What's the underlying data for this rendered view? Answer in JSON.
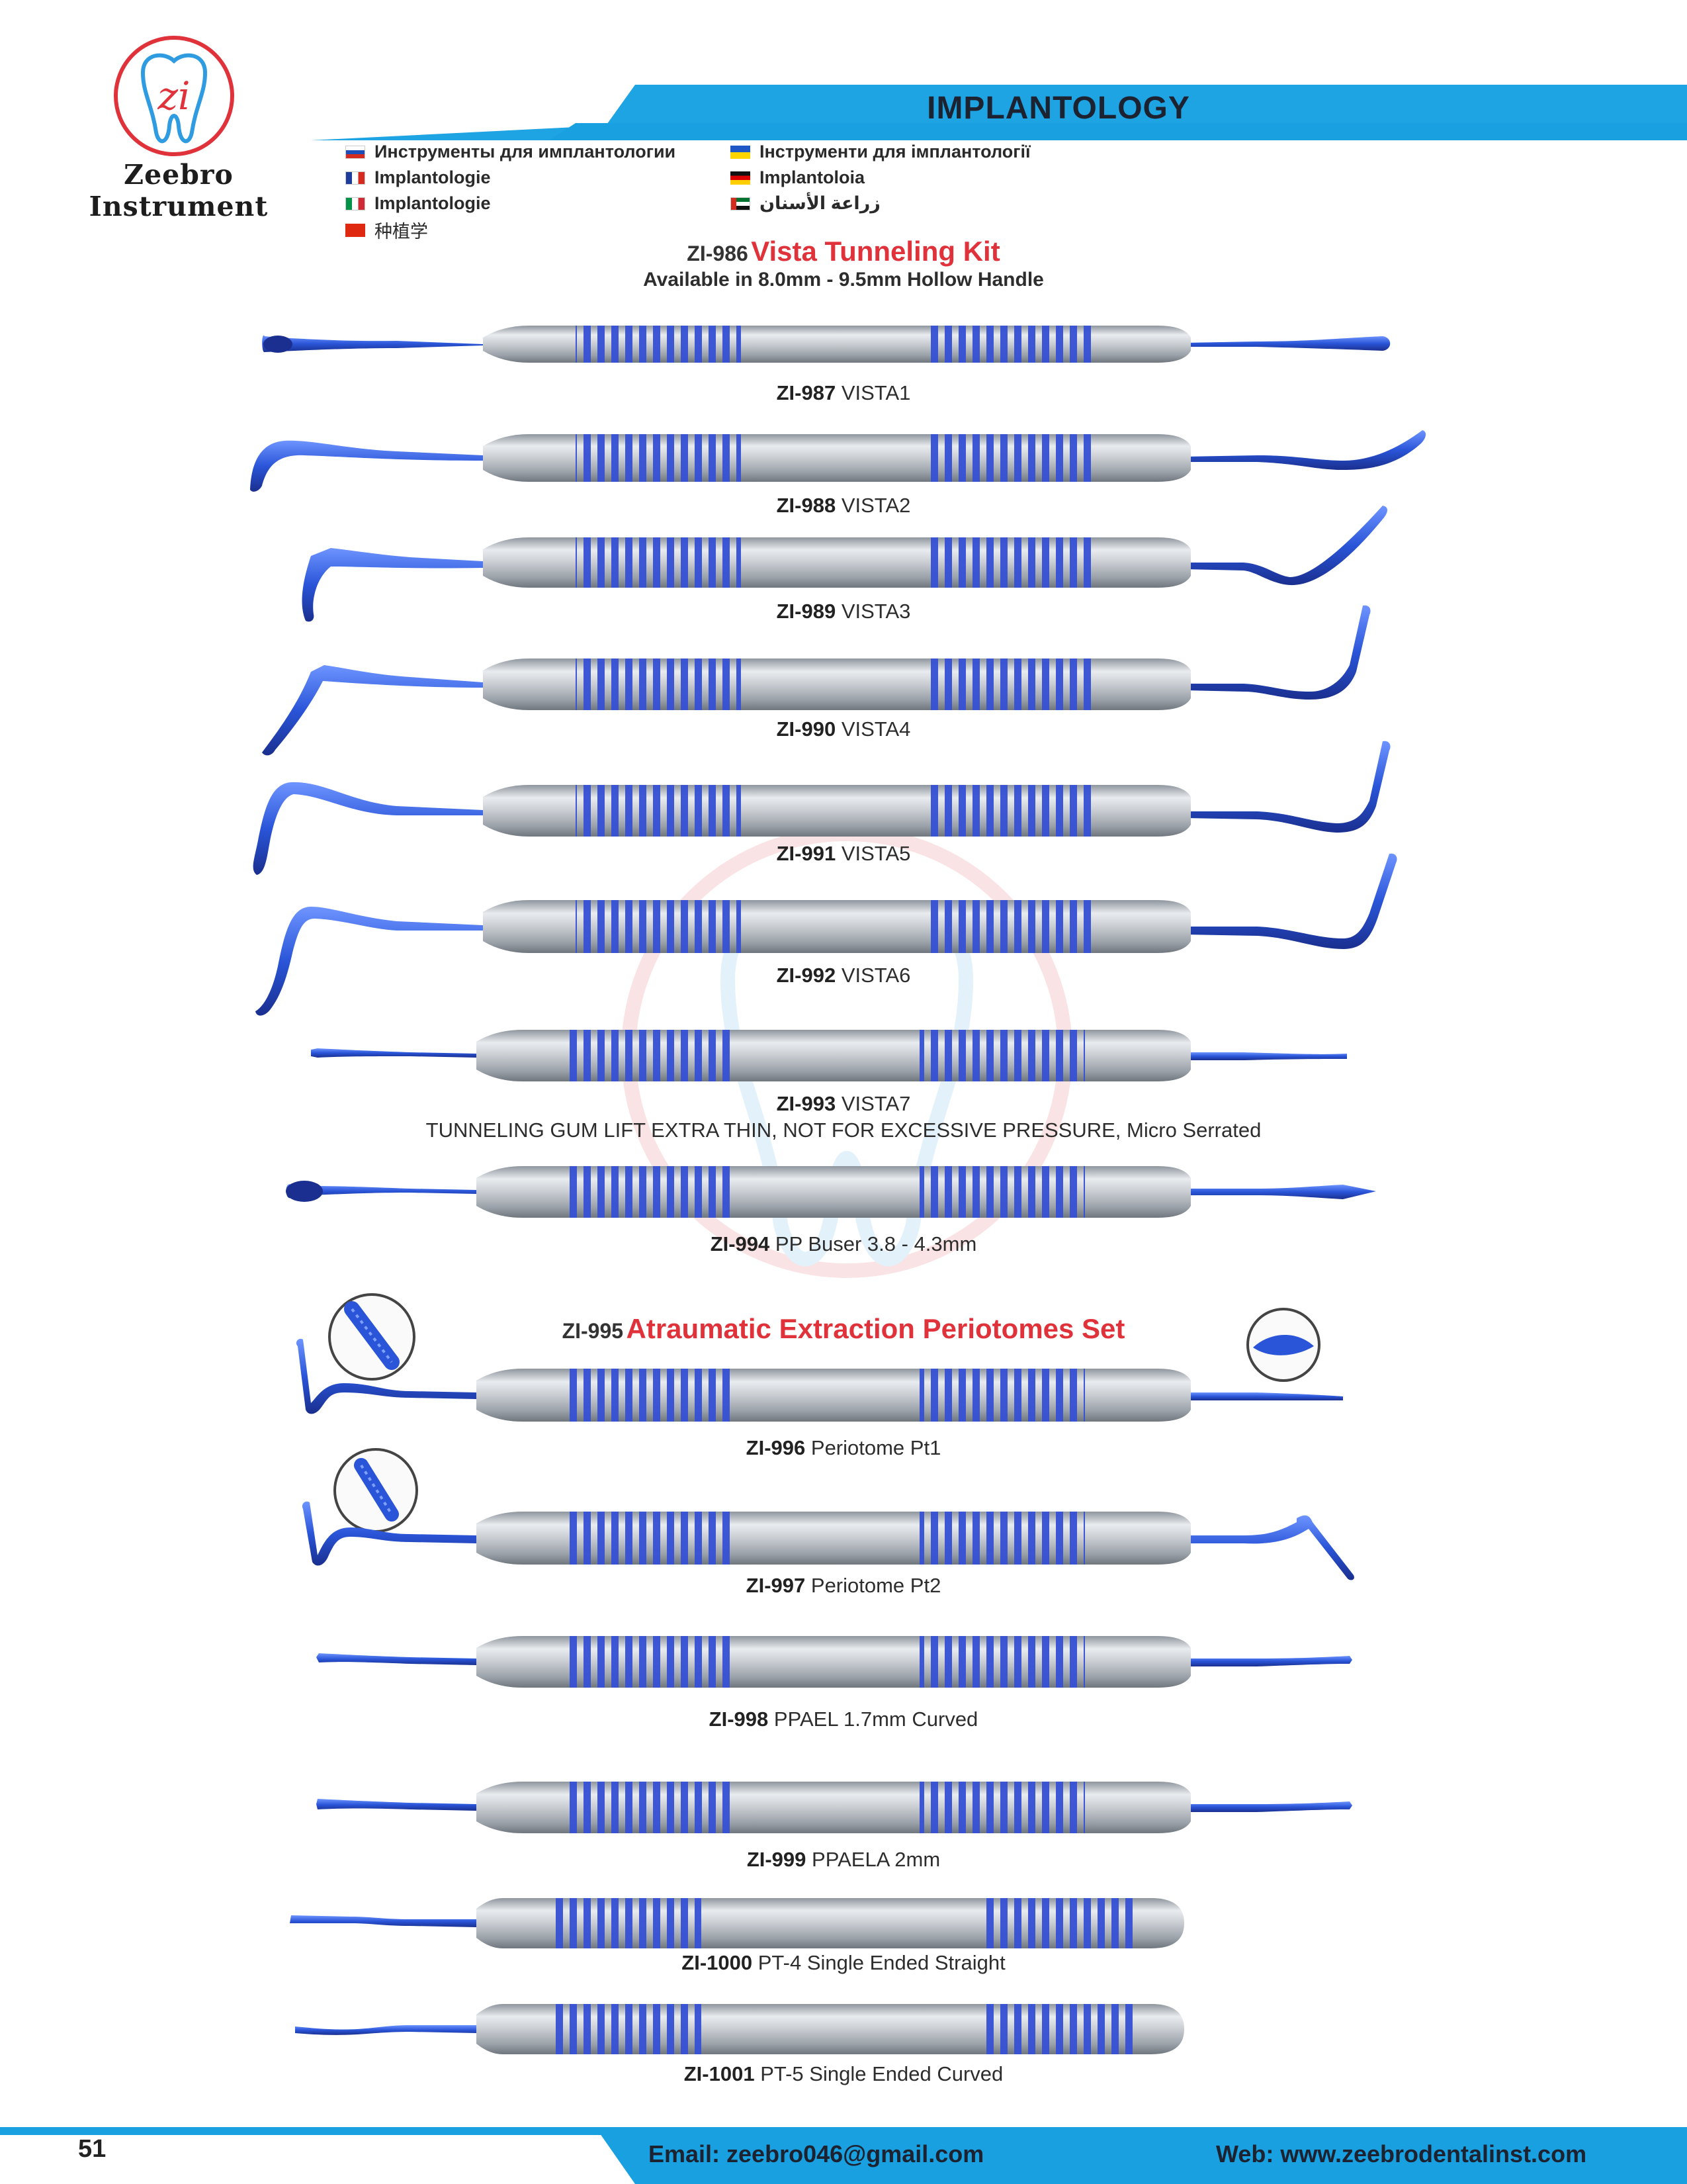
{
  "header": {
    "brand": "Zeebro Instrument",
    "logo_mark": "zi",
    "page_title": "IMPLANTOLOGY",
    "colors": {
      "banner": "#18a0e0",
      "accent_red": "#e0323a",
      "instrument_blue": "#2a55d8"
    },
    "languages": [
      {
        "flag": "russia-flag",
        "text": "Инструменты для имплантологии"
      },
      {
        "flag": "france-flag",
        "text": "Implantologie"
      },
      {
        "flag": "italy-flag",
        "text": "Implantologie"
      },
      {
        "flag": "china-flag",
        "text": "种植学"
      },
      {
        "flag": "ukraine-flag",
        "text": "Інструменти для імплантології"
      },
      {
        "flag": "germany-flag",
        "text": "Implantoloia"
      },
      {
        "flag": "uae-flag",
        "text": "زراعة الأسنان"
      }
    ]
  },
  "section1": {
    "code": "ZI-986",
    "title": "Vista Tunneling Kit",
    "subtitle": "Available in 8.0mm - 9.5mm Hollow Handle"
  },
  "section2": {
    "code": "ZI-995",
    "title": "Atraumatic Extraction Periotomes Set"
  },
  "products": [
    {
      "code": "ZI-987",
      "name": " VISTA1"
    },
    {
      "code": "ZI-988",
      "name": "VISTA2"
    },
    {
      "code": "ZI-989",
      "name": "VISTA3"
    },
    {
      "code": "ZI-990",
      "name": "VISTA4"
    },
    {
      "code": "ZI-991",
      "name": "VISTA5"
    },
    {
      "code": "ZI-992",
      "name": "VISTA6"
    },
    {
      "code": "ZI-993",
      "name": "VISTA7",
      "note": "TUNNELING GUM LIFT EXTRA THIN, NOT FOR EXCESSIVE PRESSURE, Micro Serrated"
    },
    {
      "code": "ZI-994",
      "name": "PP Buser 3.8 - 4.3mm"
    },
    {
      "code": "ZI-996",
      "name": "Periotome Pt1"
    },
    {
      "code": "ZI-997",
      "name": "Periotome Pt2"
    },
    {
      "code": "ZI-998",
      "name": "PPAEL 1.7mm Curved"
    },
    {
      "code": "ZI-999",
      "name": "PPAELA 2mm"
    },
    {
      "code": "ZI-1000",
      "name": "PT-4 Single Ended Straight"
    },
    {
      "code": "ZI-1001",
      "name": "PT-5 Single Ended Curved"
    }
  ],
  "footer": {
    "page_number": "51",
    "email": "Email: zeebro046@gmail.com",
    "web": "Web: www.zeebrodentalinst.com"
  }
}
